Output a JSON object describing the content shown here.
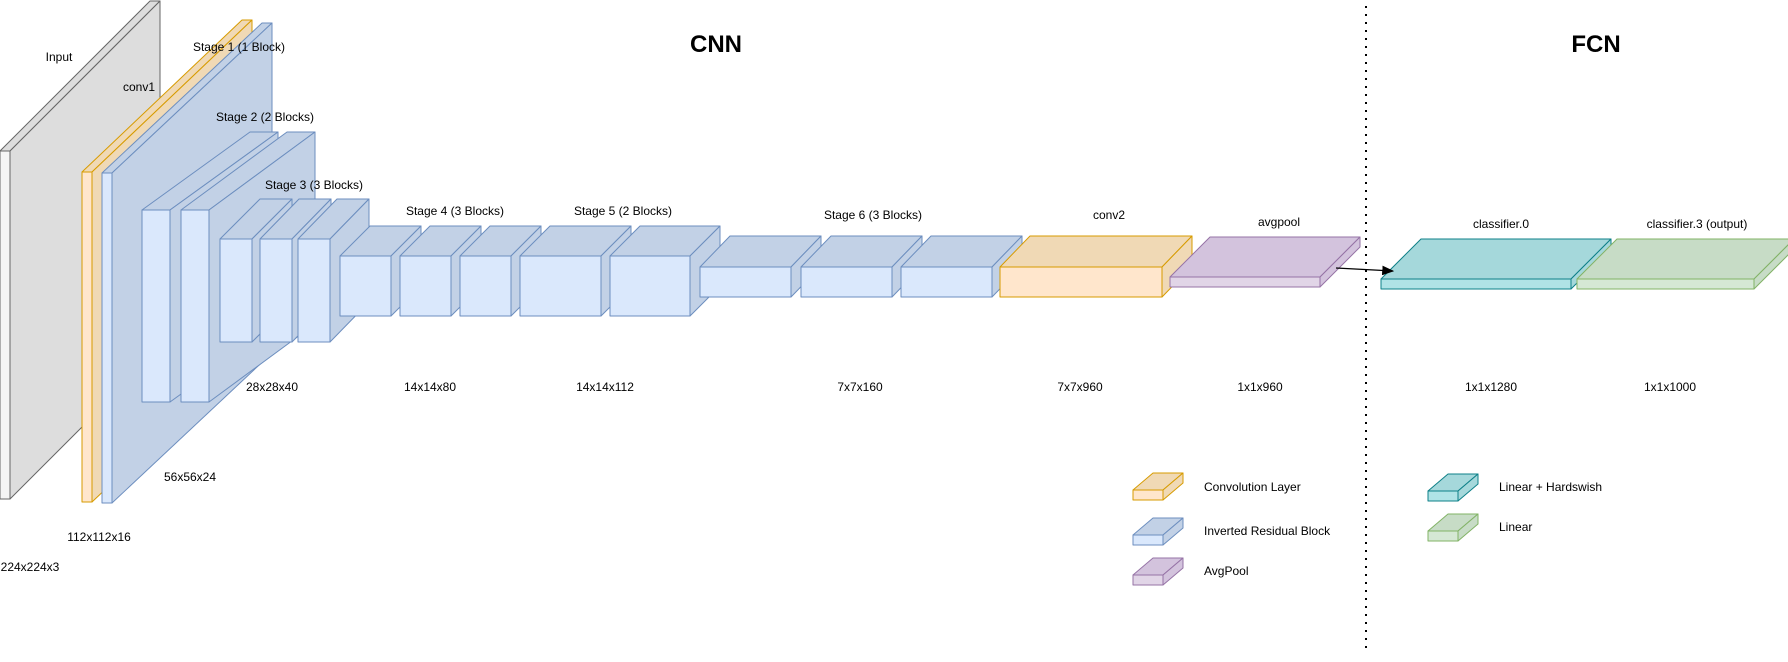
{
  "headings": {
    "cnn": "CNN",
    "fcn": "FCN"
  },
  "layers": {
    "input": {
      "name": "Input",
      "dims": "224x224x3"
    },
    "conv1": {
      "name": "conv1",
      "dims": "112x112x16"
    },
    "stage1": {
      "name": "Stage 1 (1 Block)",
      "dims": "56x56x24"
    },
    "stage2": {
      "name": "Stage 2 (2 Blocks)"
    },
    "stage3": {
      "name": "Stage 3 (3 Blocks)",
      "dims": "28x28x40"
    },
    "stage4": {
      "name": "Stage 4 (3 Blocks)",
      "dims": "14x14x80"
    },
    "stage5": {
      "name": "Stage 5 (2 Blocks)",
      "dims": "14x14x112"
    },
    "stage6": {
      "name": "Stage 6 (3 Blocks)",
      "dims": "7x7x160"
    },
    "conv2": {
      "name": "conv2",
      "dims": "7x7x960"
    },
    "avgpool": {
      "name": "avgpool",
      "dims": "1x1x960"
    },
    "classifier0": {
      "name": "classifier.0",
      "dims": "1x1x1280"
    },
    "classifier3": {
      "name": "classifier.3 (output)",
      "dims": "1x1x1000"
    }
  },
  "legend": [
    {
      "label": "Convolution Layer",
      "kind": "conv"
    },
    {
      "label": "Inverted Residual Block",
      "kind": "block"
    },
    {
      "label": "AvgPool",
      "kind": "pool"
    },
    {
      "label": "Linear + Hardswish",
      "kind": "hswish"
    },
    {
      "label": "Linear",
      "kind": "linear"
    }
  ],
  "colors": {
    "input": {
      "front": "#f5f5f5",
      "side": "#dddddd",
      "stroke": "#666666"
    },
    "conv": {
      "front": "#ffe6cc",
      "side": "#f0d9b5",
      "stroke": "#d79b00"
    },
    "block": {
      "front": "#dae8fc",
      "side": "#c2d1e6",
      "stroke": "#6c8ebf"
    },
    "pool": {
      "front": "#e1d5e7",
      "side": "#d3c3dd",
      "stroke": "#9673a6"
    },
    "hswish": {
      "front": "#b0e3e6",
      "side": "#a5d8db",
      "stroke": "#0e8088"
    },
    "linear": {
      "front": "#d5e8d4",
      "side": "#c7dcc6",
      "stroke": "#82b366"
    }
  }
}
